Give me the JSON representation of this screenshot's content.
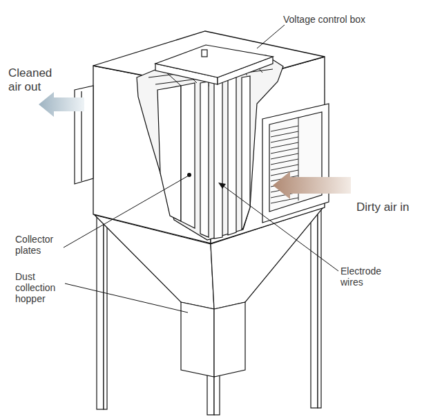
{
  "diagram": {
    "labels": [
      "Voltage control box",
      "Cleaned air out",
      "Dirty air in",
      "Collector plates",
      "Dust collection hopper",
      "Electrode wires"
    ]
  }
}
